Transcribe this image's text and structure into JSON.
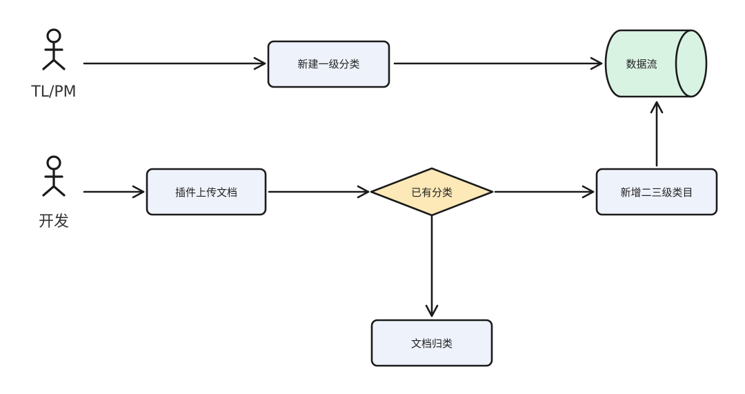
{
  "actors": [
    {
      "id": "tl-pm",
      "label": "TL/PM"
    },
    {
      "id": "dev",
      "label": "开发"
    }
  ],
  "nodes": {
    "create_level1": {
      "label": "新建一级分类",
      "shape": "process"
    },
    "data_flow": {
      "label": "数据流",
      "shape": "storage"
    },
    "plugin_upload": {
      "label": "插件上传文档",
      "shape": "process"
    },
    "has_category": {
      "label": "已有分类",
      "shape": "decision"
    },
    "add_level23": {
      "label": "新增二三级类目",
      "shape": "process"
    },
    "doc_classify": {
      "label": "文档归类",
      "shape": "process"
    }
  },
  "colors": {
    "process_fill": "#eef2fb",
    "decision_fill": "#fde9b8",
    "storage_fill": "#d9f3e3",
    "stroke": "#1a1a1a"
  }
}
